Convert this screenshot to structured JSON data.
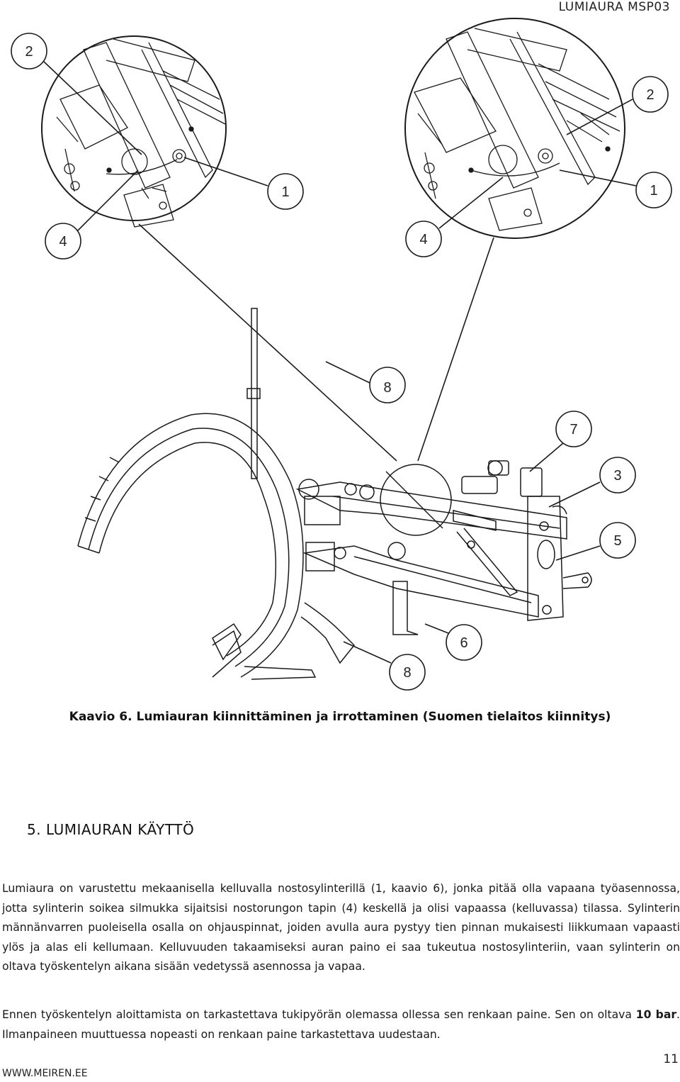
{
  "header": {
    "title": "LUMIAURA MSP03"
  },
  "figure": {
    "callouts": {
      "left_circle": [
        "2",
        "1",
        "4"
      ],
      "right_circle": [
        "2",
        "1",
        "4"
      ],
      "main": [
        "8",
        "7",
        "3",
        "5",
        "6",
        "8"
      ]
    }
  },
  "caption": "Kaavio 6. Lumiauran kiinnittäminen ja irrottaminen (Suomen tielaitos kiinnitys)",
  "section": {
    "heading": "5.  LUMIAURAN KÄYTTÖ",
    "paragraph1": "Lumiaura on varustettu mekaanisella kelluvalla nostosylinterillä (1, kaavio 6), jonka pitää olla vapaana työasennossa, jotta sylinterin soikea silmukka sijaitsisi nostorungon tapin (4) keskellä ja olisi vapaassa (kelluvassa) tilassa. Sylinterin männänvarren puoleisella osalla on ohjauspinnat, joiden avulla aura pystyy tien pinnan mukaisesti liikkumaan vapaasti ylös ja alas eli kellumaan. Kelluvuuden takaamiseksi auran paino ei saa tukeutua nostosylinteriin, vaan sylinterin on oltava työskentelyn aikana sisään vedetyssä asennossa ja vapaa.",
    "paragraph2_before": "Ennen työskentelyn aloittamista on tarkastettava tukipyörän olemassa ollessa sen renkaan paine. Sen on oltava ",
    "paragraph2_bold": "10 bar",
    "paragraph2_after": ". Ilmanpaineen muuttuessa nopeasti on renkaan paine tarkastettava uudestaan."
  },
  "footer": {
    "page_number": "11",
    "url": "WWW.MEIREN.EE"
  }
}
